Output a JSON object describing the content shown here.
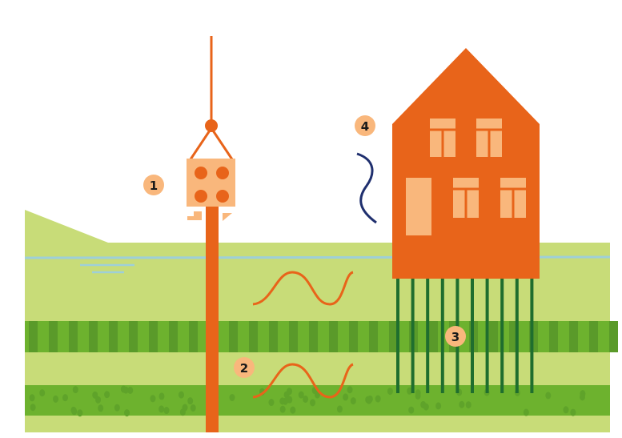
{
  "labels": {
    "one": "1",
    "two": "2",
    "three": "3",
    "four": "4"
  },
  "colors": {
    "orange": "#e8641a",
    "peach": "#f9b77c",
    "light_green": "#c8dc78",
    "mid_green": "#6db22e",
    "dark_green": "#5a9a2a",
    "pile_green": "#1f6e2e",
    "water": "#9ecfd8",
    "navy": "#1f2f6e"
  }
}
